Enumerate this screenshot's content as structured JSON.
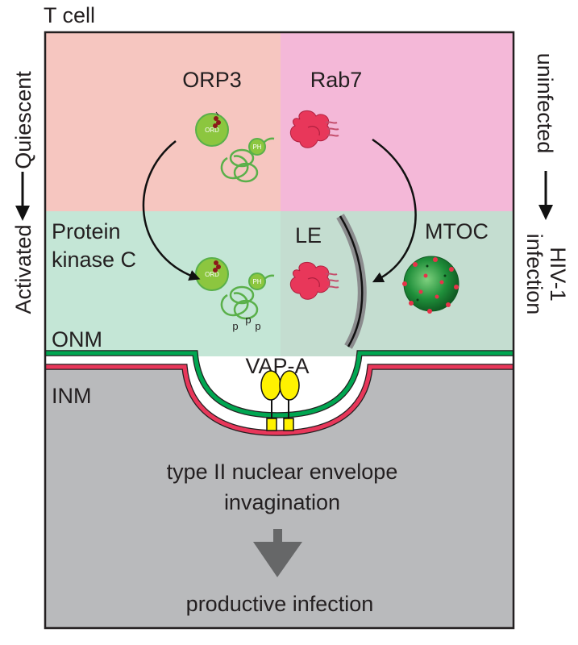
{
  "title": "T cell",
  "side_labels": {
    "left_top": "Quiescent",
    "left_bottom": "Activated",
    "right_top": "uninfected",
    "right_bottom_line1": "HIV-1",
    "right_bottom_line2": "infection"
  },
  "proteins": {
    "orp3": "ORP3",
    "rab7": "Rab7",
    "pkc_line1": "Protein",
    "pkc_line2": "kinase C",
    "le": "LE",
    "mtoc": "MTOC",
    "vapa": "VAP-A",
    "ord": "ORD",
    "ph": "PH",
    "phospho": "p"
  },
  "membranes": {
    "onm": "ONM",
    "inm": "INM"
  },
  "nucleus": {
    "line1": "type II nuclear envelope",
    "line2": "invagination",
    "outcome": "productive infection"
  },
  "colors": {
    "quiescent_uninfected": "#f6c6c0",
    "quiescent_infected": "#f4b8d8",
    "activated_uninfected": "#c4e6d6",
    "activated_infected": "#c4ddd0",
    "nucleus": "#b9babc",
    "onm_green": "#00a651",
    "inm_red": "#e8375a",
    "orp3_green": "#8cc63f",
    "rab7_pink": "#e8375a",
    "vapa_yellow": "#fff200",
    "mtoc_green": "#1f8f3a"
  },
  "icons": [
    "curved-arrow-icon",
    "down-arrow-icon",
    "mtoc-sphere-icon"
  ]
}
